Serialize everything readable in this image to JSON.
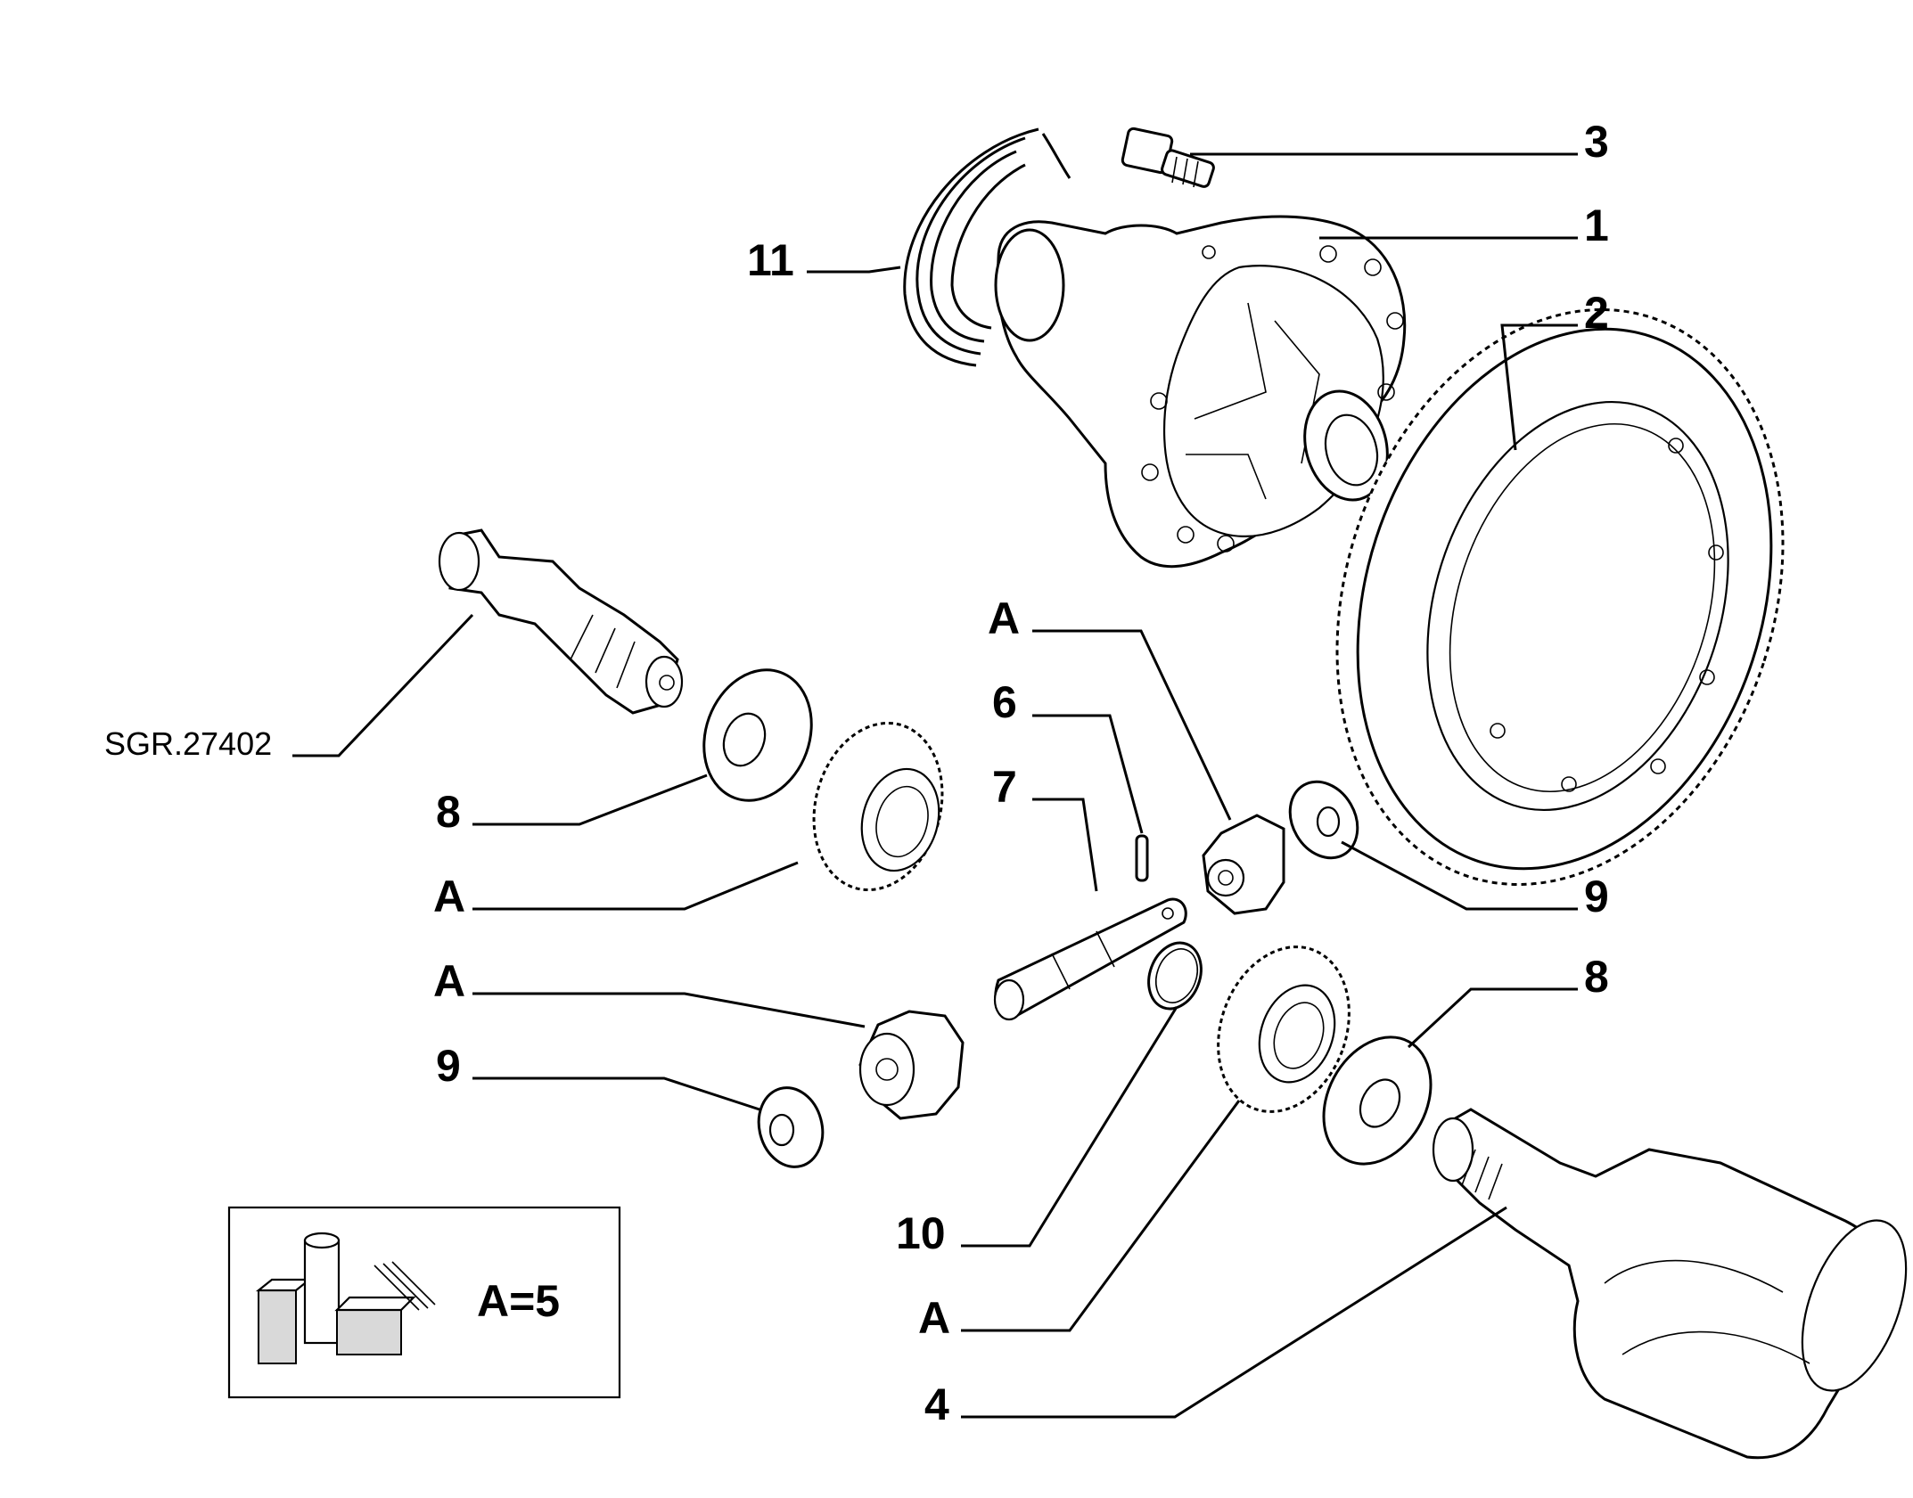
{
  "diagram": {
    "reference_code": "SGR.27402",
    "kit_note": "A=5",
    "callouts": [
      {
        "id": "c3",
        "text": "3"
      },
      {
        "id": "c1",
        "text": "1"
      },
      {
        "id": "c2",
        "text": "2"
      },
      {
        "id": "c11",
        "text": "11"
      },
      {
        "id": "cA_top",
        "text": "A"
      },
      {
        "id": "c6",
        "text": "6"
      },
      {
        "id": "c7",
        "text": "7"
      },
      {
        "id": "c8_left",
        "text": "8"
      },
      {
        "id": "cA_left1",
        "text": "A"
      },
      {
        "id": "cA_left2",
        "text": "A"
      },
      {
        "id": "c9_left",
        "text": "9"
      },
      {
        "id": "c9_right",
        "text": "9"
      },
      {
        "id": "c8_right",
        "text": "8"
      },
      {
        "id": "c10",
        "text": "10"
      },
      {
        "id": "cA_bottom",
        "text": "A"
      },
      {
        "id": "c4",
        "text": "4"
      }
    ],
    "kit_box_icon": "parts-kit-boxes-icon"
  }
}
